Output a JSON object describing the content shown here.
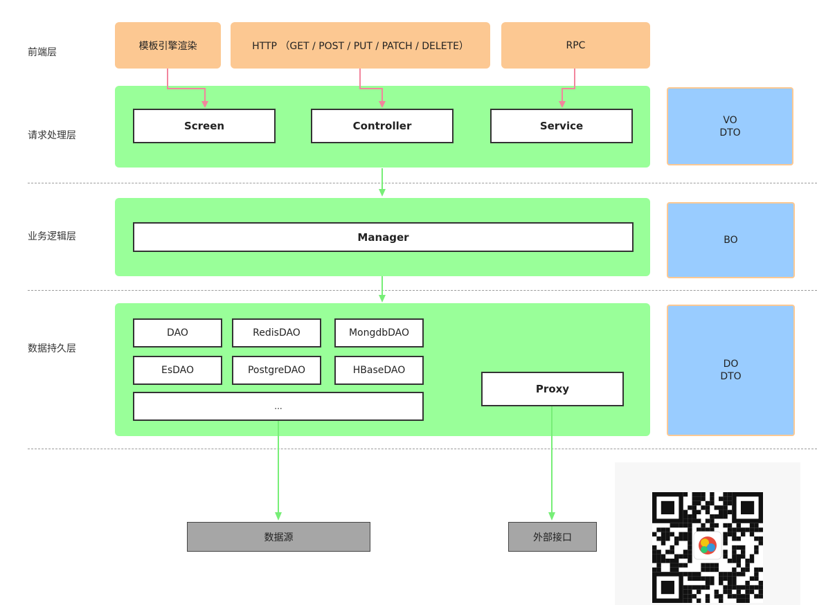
{
  "layers": {
    "frontend": "前端层",
    "request": "请求处理层",
    "business": "业务逻辑层",
    "persistence": "数据持久层"
  },
  "frontend": {
    "template": "模板引擎渲染",
    "http": "HTTP （GET / POST / PUT / PATCH / DELETE）",
    "rpc": "RPC"
  },
  "request": {
    "screen": "Screen",
    "controller": "Controller",
    "service": "Service"
  },
  "business": {
    "manager": "Manager"
  },
  "persistence": {
    "dao": "DAO",
    "redis_dao": "RedisDAO",
    "mongodb_dao": "MongdbDAO",
    "es_dao": "EsDAO",
    "postgre_dao": "PostgreDAO",
    "hbase_dao": "HBaseDAO",
    "more": "...",
    "proxy": "Proxy"
  },
  "objects": {
    "request_line1": "VO",
    "request_line2": "DTO",
    "business": "BO",
    "persistence_line1": "DO",
    "persistence_line2": "DTO"
  },
  "targets": {
    "datasource": "数据源",
    "external": "外部接口"
  },
  "colors": {
    "frontend": "#fcc892",
    "layer_panel": "#99ff99",
    "object_box": "#99ccff",
    "target_box": "#a6a6a6",
    "arrow_pink": "#f2859d",
    "arrow_green": "#77ee77"
  },
  "qr_code": "qr-code-image"
}
